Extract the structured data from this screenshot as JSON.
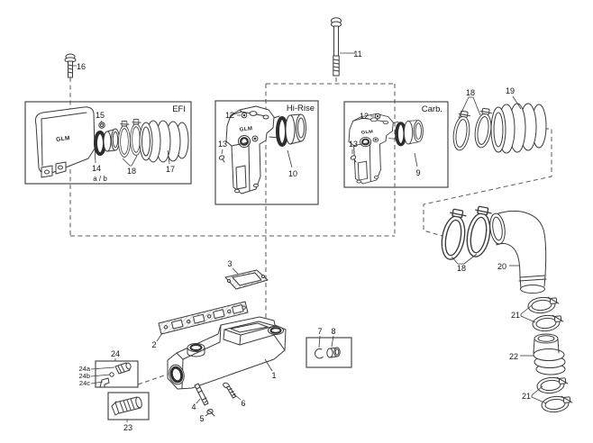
{
  "diagram": {
    "background": "#ffffff",
    "line_color": "#3a3a3a",
    "accent_dark": "#2d2d2d",
    "brand": "GLM",
    "groups": {
      "efi": {
        "label": "EFI"
      },
      "hi_rise": {
        "label": "Hi-Rise"
      },
      "carb": {
        "label": "Carb."
      }
    },
    "callouts": {
      "p1": "1",
      "p2": "2",
      "p3": "3",
      "p4": "4",
      "p5": "5",
      "p6": "6",
      "p7": "7",
      "p8": "8",
      "p9": "9",
      "p10": "10",
      "p11": "11",
      "p12": "12",
      "p13": "13",
      "p14": "14",
      "p14ab": "a / b",
      "p15": "15",
      "p16": "16",
      "p17": "17",
      "p18": "18",
      "p19": "19",
      "p20": "20",
      "p21": "21",
      "p22": "22",
      "p23": "23",
      "p24": "24",
      "p24a": "24a",
      "p24b": "24b",
      "p24c": "24c"
    }
  }
}
